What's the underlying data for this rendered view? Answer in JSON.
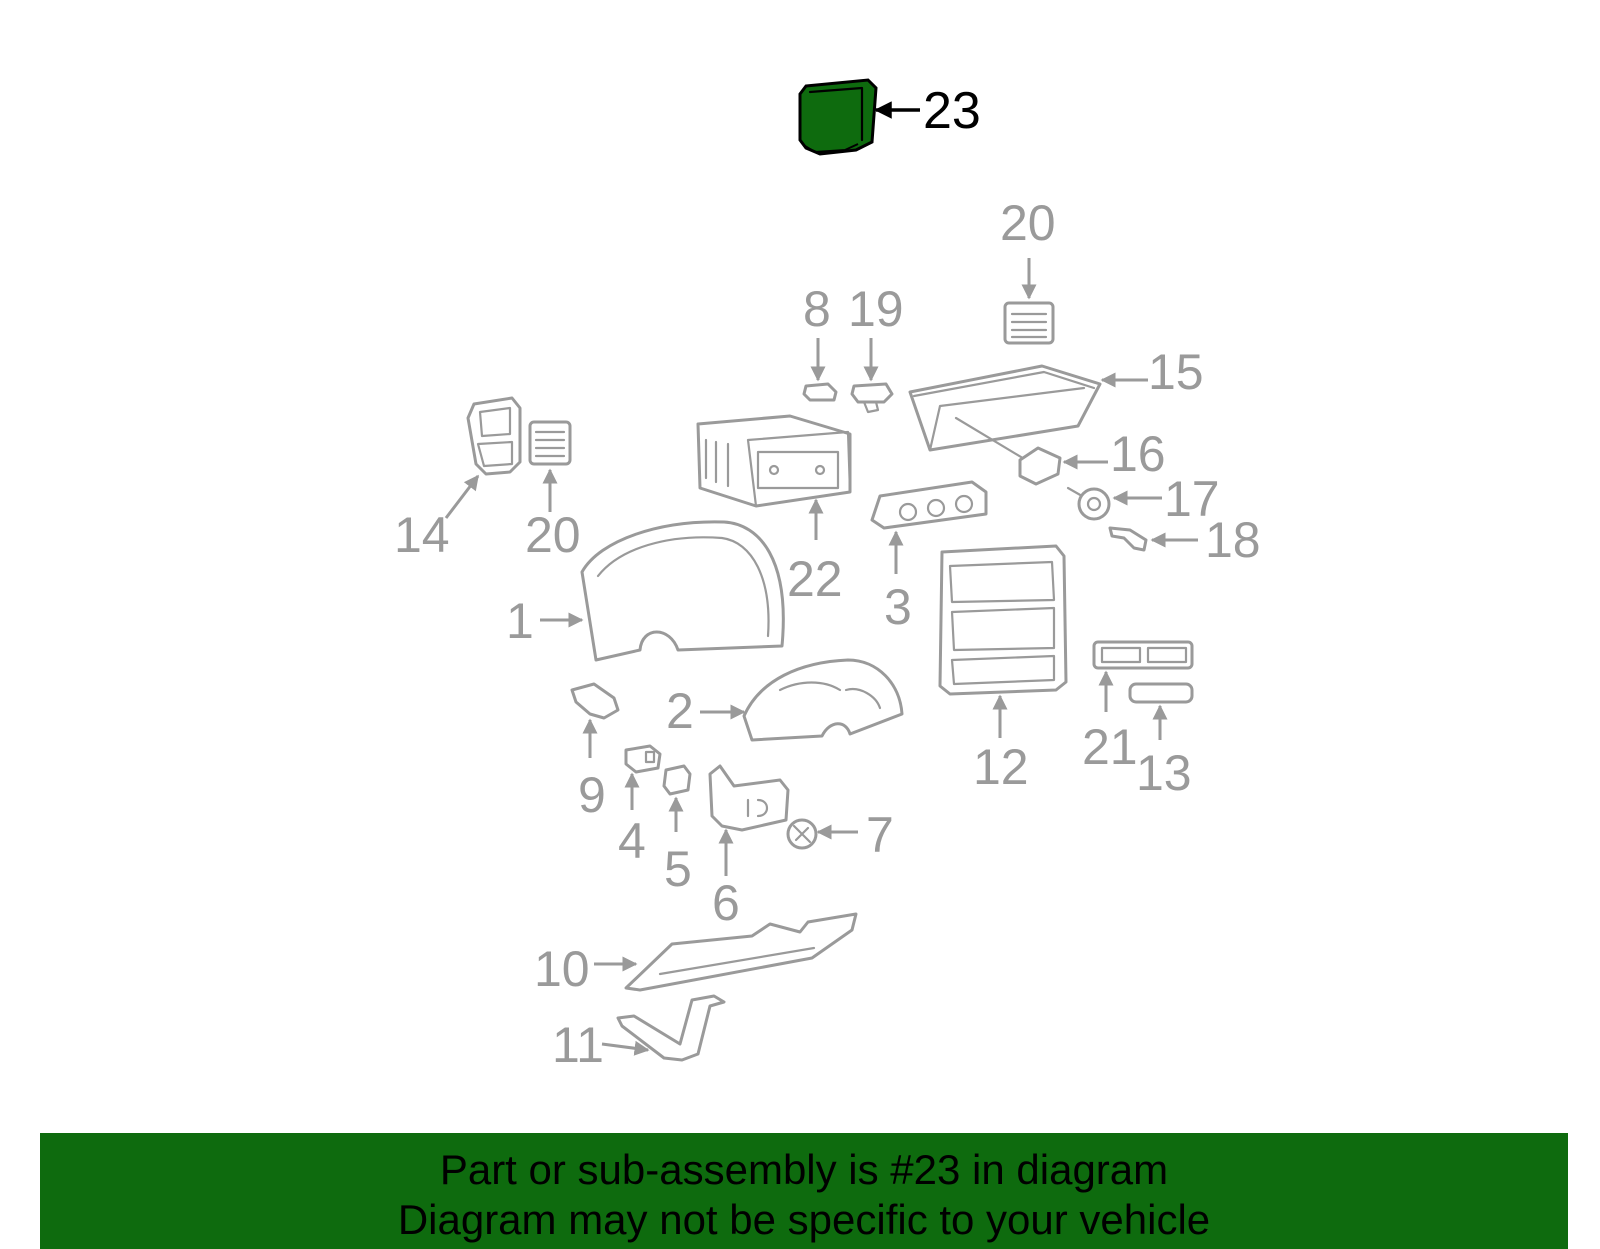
{
  "diagram": {
    "highlight_color": "#0e6b0e",
    "part_color": "#9a9a9a",
    "highlighted_part": "23",
    "callouts": [
      "1",
      "2",
      "3",
      "4",
      "5",
      "6",
      "7",
      "8",
      "9",
      "10",
      "11",
      "12",
      "13",
      "14",
      "15",
      "16",
      "17",
      "18",
      "19",
      "20",
      "20",
      "21",
      "22",
      "23"
    ]
  },
  "banner": {
    "line1": "Part or sub-assembly is #23 in diagram",
    "line2": "Diagram may not be specific to your vehicle"
  }
}
